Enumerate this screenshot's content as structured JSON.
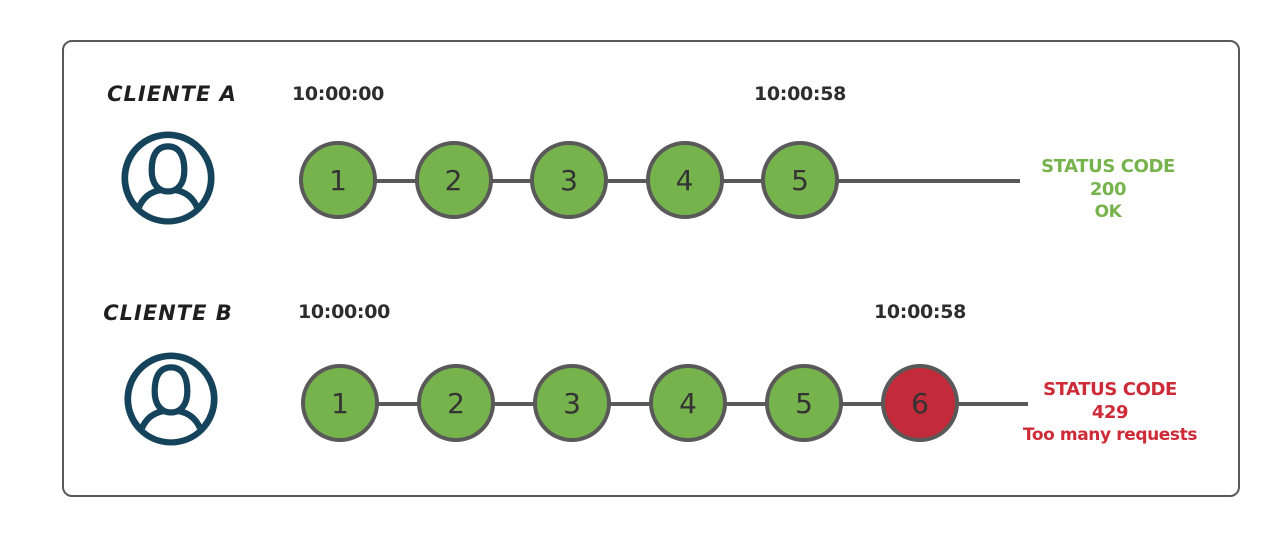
{
  "colors": {
    "success_green": "#77b34c",
    "error_red": "#c32b3a",
    "error_text_red": "#ce2b38",
    "line_gray": "#595959",
    "avatar_navy": "#16435c"
  },
  "rows": [
    {
      "client_label": "CLIENTE A",
      "start_time": "10:00:00",
      "end_time": "10:00:58",
      "requests": [
        {
          "n": "1",
          "status": "ok"
        },
        {
          "n": "2",
          "status": "ok"
        },
        {
          "n": "3",
          "status": "ok"
        },
        {
          "n": "4",
          "status": "ok"
        },
        {
          "n": "5",
          "status": "ok"
        }
      ],
      "status_line1": "STATUS CODE 200",
      "status_line2": "OK",
      "status_type": "ok"
    },
    {
      "client_label": "CLIENTE B",
      "start_time": "10:00:00",
      "end_time": "10:00:58",
      "requests": [
        {
          "n": "1",
          "status": "ok"
        },
        {
          "n": "2",
          "status": "ok"
        },
        {
          "n": "3",
          "status": "ok"
        },
        {
          "n": "4",
          "status": "ok"
        },
        {
          "n": "5",
          "status": "ok"
        },
        {
          "n": "6",
          "status": "error"
        }
      ],
      "status_line1": "STATUS CODE 429",
      "status_line2": "Too many requests",
      "status_type": "error"
    }
  ]
}
